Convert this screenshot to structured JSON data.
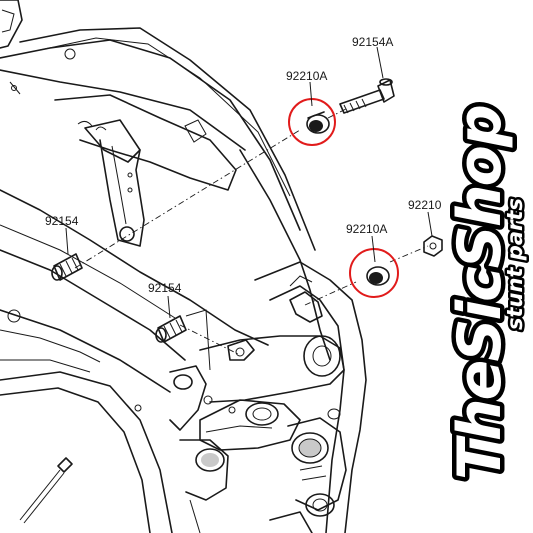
{
  "part_numbers": {
    "bolt_top": "92154A",
    "collar_top": "92210A",
    "nut_right": "92210",
    "collar_lower": "92210A",
    "bolt_left": "92154",
    "bolt_mid": "92154"
  },
  "brand": {
    "name": "TheSicShop",
    "tagline": "stunt parts"
  },
  "colors": {
    "highlight": "#e11b1b",
    "linework": "#1a1a1a",
    "shading": "#c9c9c9"
  }
}
